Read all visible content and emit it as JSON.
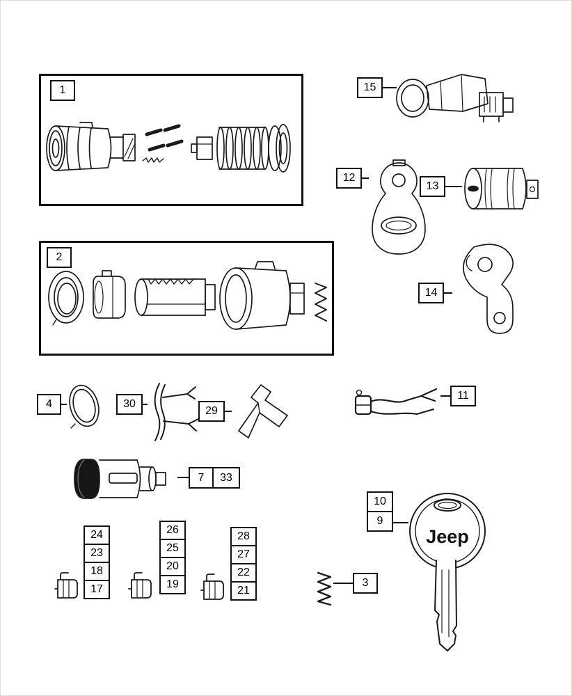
{
  "colors": {
    "line": "#111111",
    "background": "#ffffff"
  },
  "key_brand": "Jeep",
  "callouts": {
    "1": "1",
    "2": "2",
    "3": "3",
    "4": "4",
    "7": "7",
    "9": "9",
    "10": "10",
    "11": "11",
    "12": "12",
    "13": "13",
    "14": "14",
    "15": "15",
    "29": "29",
    "30": "30",
    "33": "33"
  },
  "stacks": {
    "left": [
      "24",
      "23",
      "18",
      "17"
    ],
    "middle": [
      "26",
      "25",
      "20",
      "19"
    ],
    "right": [
      "28",
      "27",
      "22",
      "21"
    ]
  },
  "drawings": [
    "ignition-lock-cylinder-assembly",
    "door-lock-cylinder-set",
    "ignition-switch",
    "lock-cylinder-cover",
    "lock-cylinder",
    "lock-lever",
    "gasket-ring",
    "retainer-clip",
    "fork-clip",
    "rod-clip",
    "capped-lock-cylinder",
    "key-blank",
    "coil-spring",
    "tumbler-clip"
  ]
}
